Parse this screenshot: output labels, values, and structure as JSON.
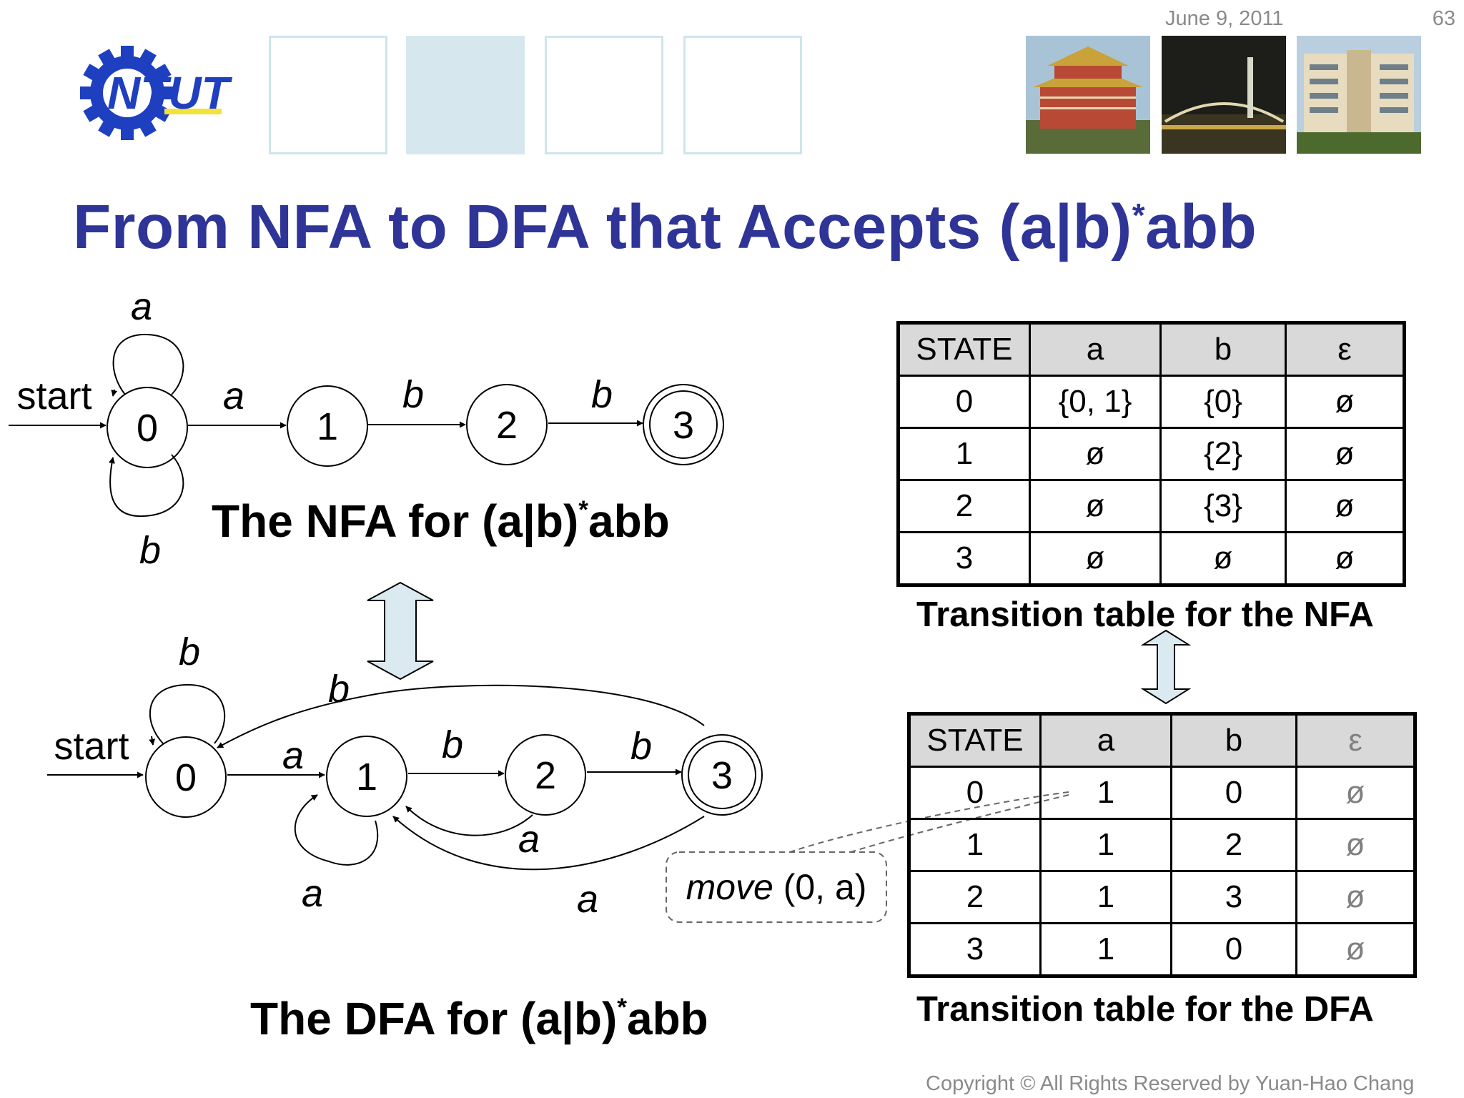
{
  "header": {
    "date": "June 9, 2011",
    "page_number": "63",
    "logo_text": "NTUT"
  },
  "title": {
    "main": "From NFA to DFA that Accepts (a|b)",
    "sup": "*",
    "tail": "abb"
  },
  "nfa": {
    "start_label": "start",
    "states": [
      "0",
      "1",
      "2",
      "3"
    ],
    "accepting": "3",
    "transitions": [
      {
        "from": "0",
        "to": "0",
        "label": "a"
      },
      {
        "from": "0",
        "to": "0",
        "label": "b"
      },
      {
        "from": "0",
        "to": "1",
        "label": "a"
      },
      {
        "from": "1",
        "to": "2",
        "label": "b"
      },
      {
        "from": "2",
        "to": "3",
        "label": "b"
      }
    ],
    "caption": {
      "main": "The NFA for (a|b)",
      "sup": "*",
      "tail": "abb"
    }
  },
  "dfa": {
    "start_label": "start",
    "states": [
      "0",
      "1",
      "2",
      "3"
    ],
    "accepting": "3",
    "transitions": [
      {
        "from": "0",
        "to": "0",
        "label": "b"
      },
      {
        "from": "3",
        "to": "0",
        "label": "b"
      },
      {
        "from": "0",
        "to": "1",
        "label": "a"
      },
      {
        "from": "1",
        "to": "1",
        "label": "a"
      },
      {
        "from": "1",
        "to": "2",
        "label": "b"
      },
      {
        "from": "2",
        "to": "1",
        "label": "a"
      },
      {
        "from": "2",
        "to": "3",
        "label": "b"
      },
      {
        "from": "3",
        "to": "1",
        "label": "a"
      }
    ],
    "callout": {
      "italic": "move",
      "rest": " (0, a)"
    },
    "caption": {
      "main": "The DFA for (a|b)",
      "sup": "*",
      "tail": "abb"
    }
  },
  "nfa_table": {
    "headers": [
      "STATE",
      "a",
      "b",
      "ε"
    ],
    "rows": [
      [
        "0",
        "{0, 1}",
        "{0}",
        "ø"
      ],
      [
        "1",
        "ø",
        "{2}",
        "ø"
      ],
      [
        "2",
        "ø",
        "{3}",
        "ø"
      ],
      [
        "3",
        "ø",
        "ø",
        "ø"
      ]
    ],
    "caption": "Transition table for the NFA"
  },
  "dfa_table": {
    "headers": [
      "STATE",
      "a",
      "b",
      "ε"
    ],
    "rows": [
      [
        "0",
        "1",
        "0",
        "ø"
      ],
      [
        "1",
        "1",
        "2",
        "ø"
      ],
      [
        "2",
        "1",
        "3",
        "ø"
      ],
      [
        "3",
        "1",
        "0",
        "ø"
      ]
    ],
    "caption": "Transition table for the DFA"
  },
  "footer": {
    "copyright": "Copyright © All Rights Reserved by Yuan-Hao Chang"
  },
  "colors": {
    "title": "#2f3497",
    "arrow_fill": "#dbeaf0",
    "header_box": "#cfe5ea",
    "header_box_filled": "#d6e8ee",
    "logo_blue": "#1e3fbf"
  }
}
